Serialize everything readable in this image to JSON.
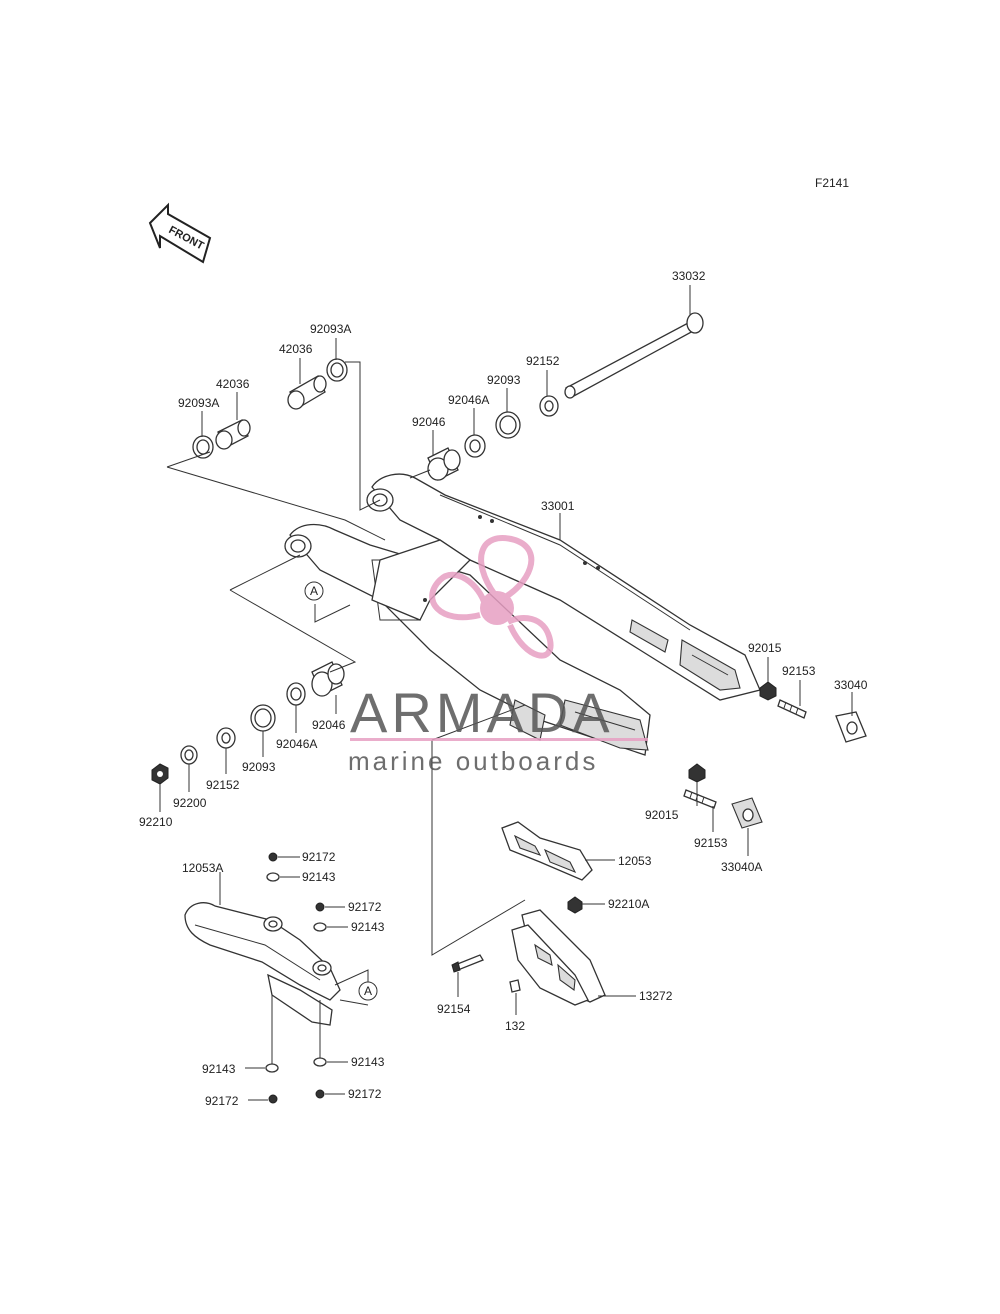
{
  "diagram": {
    "figure_code": "F2141",
    "front_arrow": "FRONT",
    "ref_marker": "A",
    "watermark": {
      "brand": "ARMADA",
      "tagline": "marine outboards",
      "brand_color": "#e79fc3",
      "text_color": "#555555"
    },
    "labels": {
      "p33032": "33032",
      "p92093A_top": "92093A",
      "p42036_top": "42036",
      "p42036_left": "42036",
      "p92093A_left": "92093A",
      "p92152_top": "92152",
      "p92093_top": "92093",
      "p92046A_top": "92046A",
      "p92046_top": "92046",
      "p33001": "33001",
      "p92015_right": "92015",
      "p92153_right": "92153",
      "p33040": "33040",
      "p92046_bottom": "92046",
      "p92046A_bottom": "92046A",
      "p92093_bottom": "92093",
      "p92152_bottom": "92152",
      "p92200": "92200",
      "p92210": "92210",
      "p92015_mid": "92015",
      "p92153_mid": "92153",
      "p33040A": "33040A",
      "p12053": "12053",
      "p12053A": "12053A",
      "p92172_1": "92172",
      "p92143_1": "92143",
      "p92172_2": "92172",
      "p92143_2": "92143",
      "p92210A": "92210A",
      "p13272": "13272",
      "p92154": "92154",
      "p132": "132",
      "p92143_3": "92143",
      "p92143_4": "92143",
      "p92172_3": "92172",
      "p92172_4": "92172"
    }
  }
}
